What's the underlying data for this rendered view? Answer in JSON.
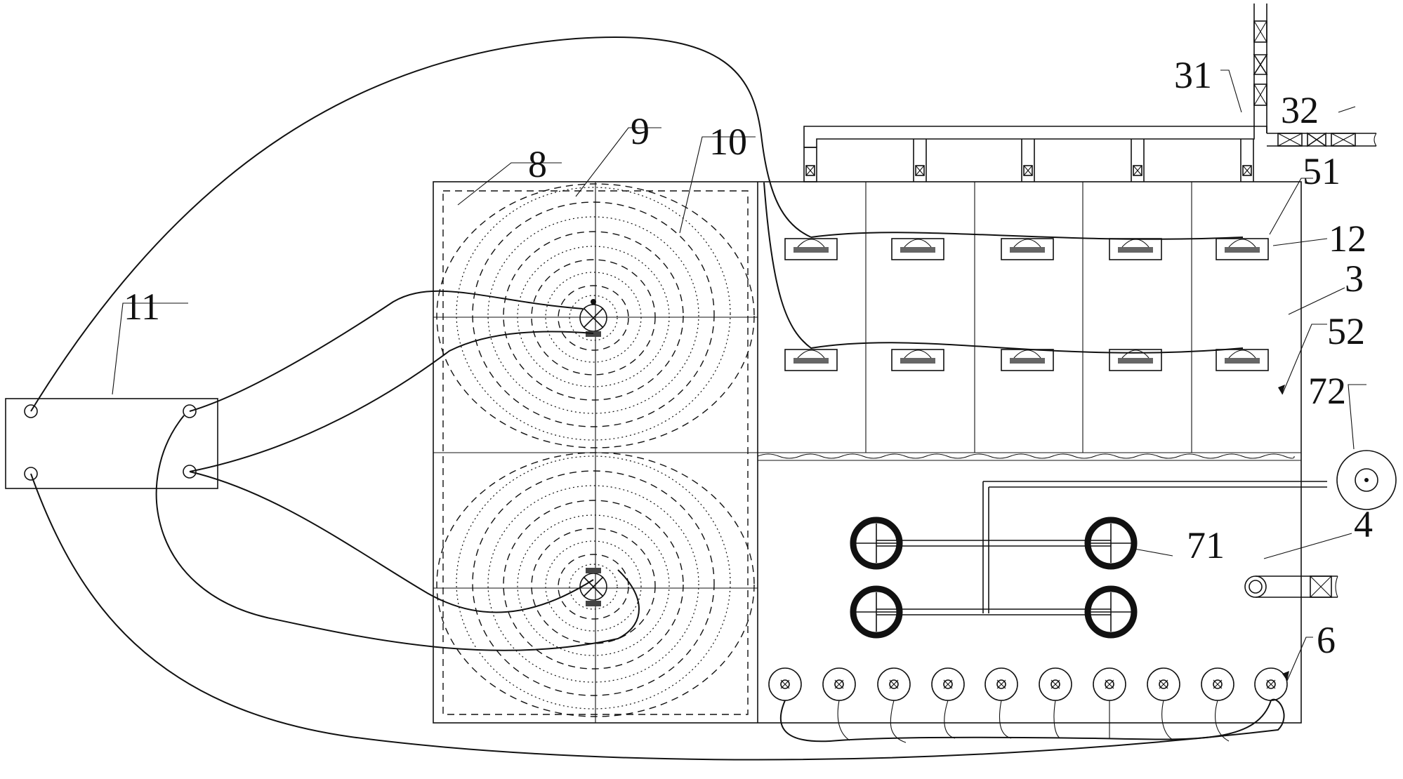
{
  "labels": {
    "l3": "3",
    "l4": "4",
    "l6": "6",
    "l8": "8",
    "l9": "9",
    "l10": "10",
    "l11": "11",
    "l12": "12",
    "l31": "31",
    "l32": "32",
    "l51": "51",
    "l52": "52",
    "l71": "71",
    "l72": "72"
  },
  "icons": {
    "valve": "valve-icon",
    "fan": "fan-icon",
    "pump": "pump-icon",
    "lamp": "lamp-icon",
    "diffuser": "aerator-icon"
  }
}
